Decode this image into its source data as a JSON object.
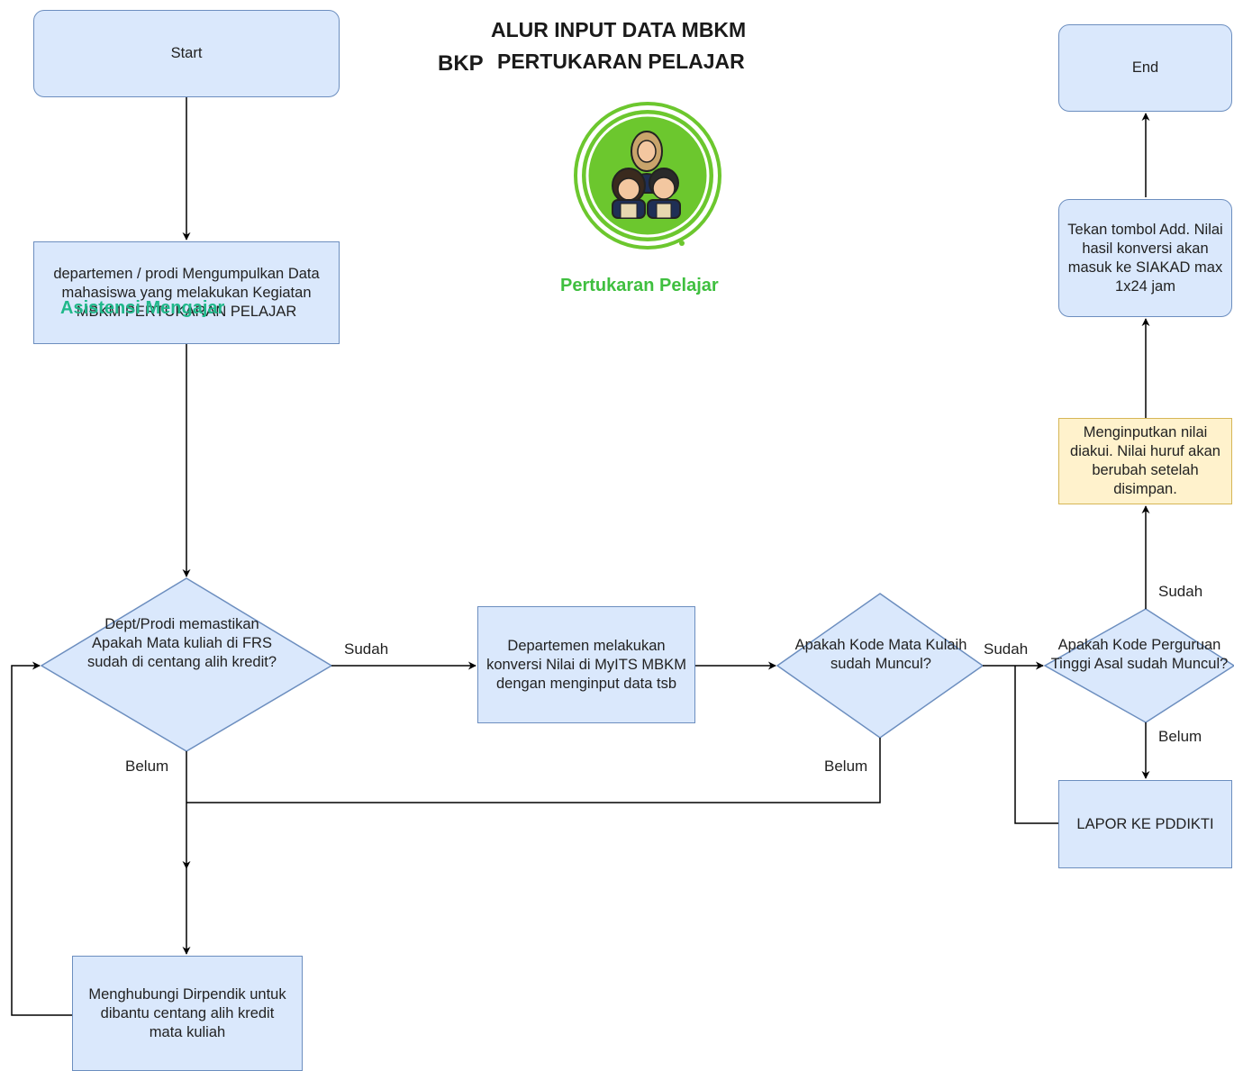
{
  "header": {
    "title_line1": "ALUR INPUT DATA MBKM",
    "title_prefix": "BKP",
    "title_line2": "PERTUKARAN PELAJAR",
    "logo_icon": "students-group-icon",
    "logo_caption": "Pertukaran Pelajar"
  },
  "overlay_text": "Asistensi Mengajar",
  "nodes": {
    "start": "Start",
    "collect": "departemen / prodi Mengumpulkan Data mahasiswa yang melakukan Kegiatan MBKM PERTUKARAN PELAJAR",
    "check_frs": "Dept/Prodi memastikan Apakah Mata kuliah di FRS sudah di centang alih kredit?",
    "convert": "Departemen melakukan konversi Nilai di MyITS MBKM dengan menginput data tsb",
    "check_code": "Apakah Kode Mata Kulaih sudah Muncul?",
    "check_pt": "Apakah Kode Perguruan Tinggi Asal sudah Muncul?",
    "input_grade": "Menginputkan nilai diakui. Nilai huruf akan berubah setelah disimpan.",
    "press_add": "Tekan tombol Add. Nilai hasil konversi akan masuk ke SIAKAD max 1x24 jam",
    "end": "End",
    "report": "LAPOR KE PDDIKTI",
    "contact": "Menghubungi Dirpendik untuk dibantu centang alih kredit mata kuliah"
  },
  "edge_labels": {
    "sudah_1": "Sudah",
    "sudah_2": "Sudah",
    "sudah_3": "Sudah",
    "belum_1": "Belum",
    "belum_2": "Belum",
    "belum_3": "Belum"
  },
  "colors": {
    "process_fill": "#dae8fc",
    "process_stroke": "#6c8ebf",
    "note_fill": "#fff2cc",
    "note_stroke": "#d6b656",
    "logo_green": "#6cc72e",
    "caption_green": "#3fbf3f",
    "overlay_green": "#20b88a"
  }
}
